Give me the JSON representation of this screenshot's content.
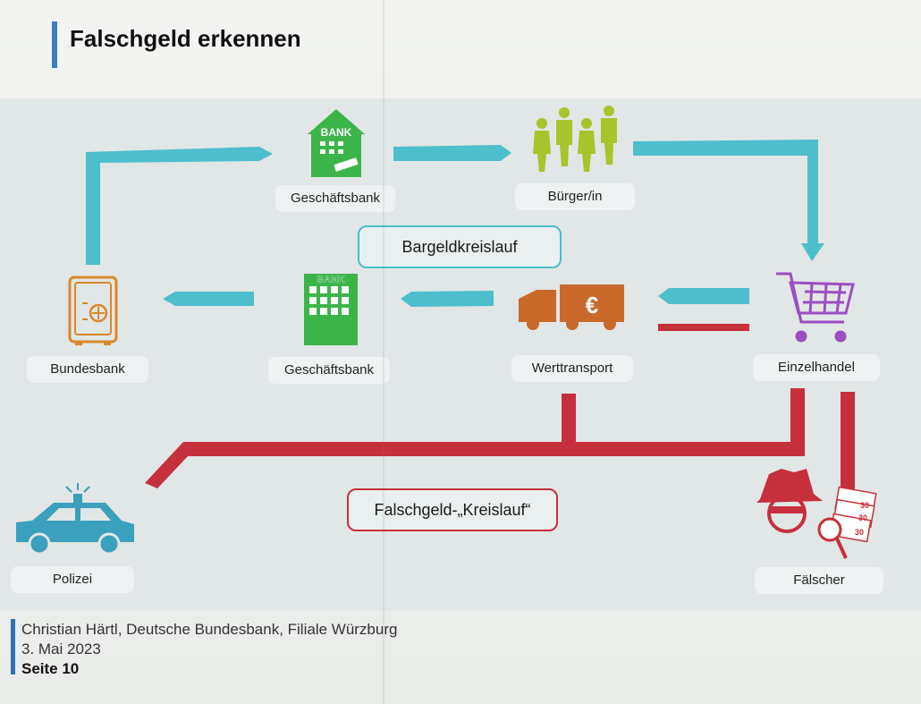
{
  "slide": {
    "title": "Falschgeld erkennen"
  },
  "nodes": {
    "geschaeftsbank_top": "Geschäftsbank",
    "buerger": "Bürger/in",
    "bundesbank": "Bundesbank",
    "geschaeftsbank_mid": "Geschäftsbank",
    "werttransport": "Werttransport",
    "einzelhandel": "Einzelhandel",
    "polizei": "Polizei",
    "faelscher": "Fälscher"
  },
  "icon_text": {
    "bank_sign_top": "BANK",
    "bank_sign_mid": "BANK",
    "euro_sign": "€",
    "note_value": "30"
  },
  "cycles": {
    "cash_cycle": "Bargeldkreislauf",
    "counterfeit_cycle": "Falschgeld-„Kreislauf“"
  },
  "footer": {
    "author": "Christian Härtl, Deutsche Bundesbank, Filiale Würzburg",
    "date": "3. Mai 2023",
    "page": "Seite 10"
  },
  "colors": {
    "cash_flow": "#4dbfcc",
    "counterfeit_flow": "#c6303c",
    "bank": "#3bb54a",
    "people": "#a8c42a",
    "truck": "#c8692b",
    "cart": "#9a4fc1",
    "bundesbank": "#d9882b",
    "police": "#3aa0bd",
    "title_accent": "#3a7fc4"
  }
}
